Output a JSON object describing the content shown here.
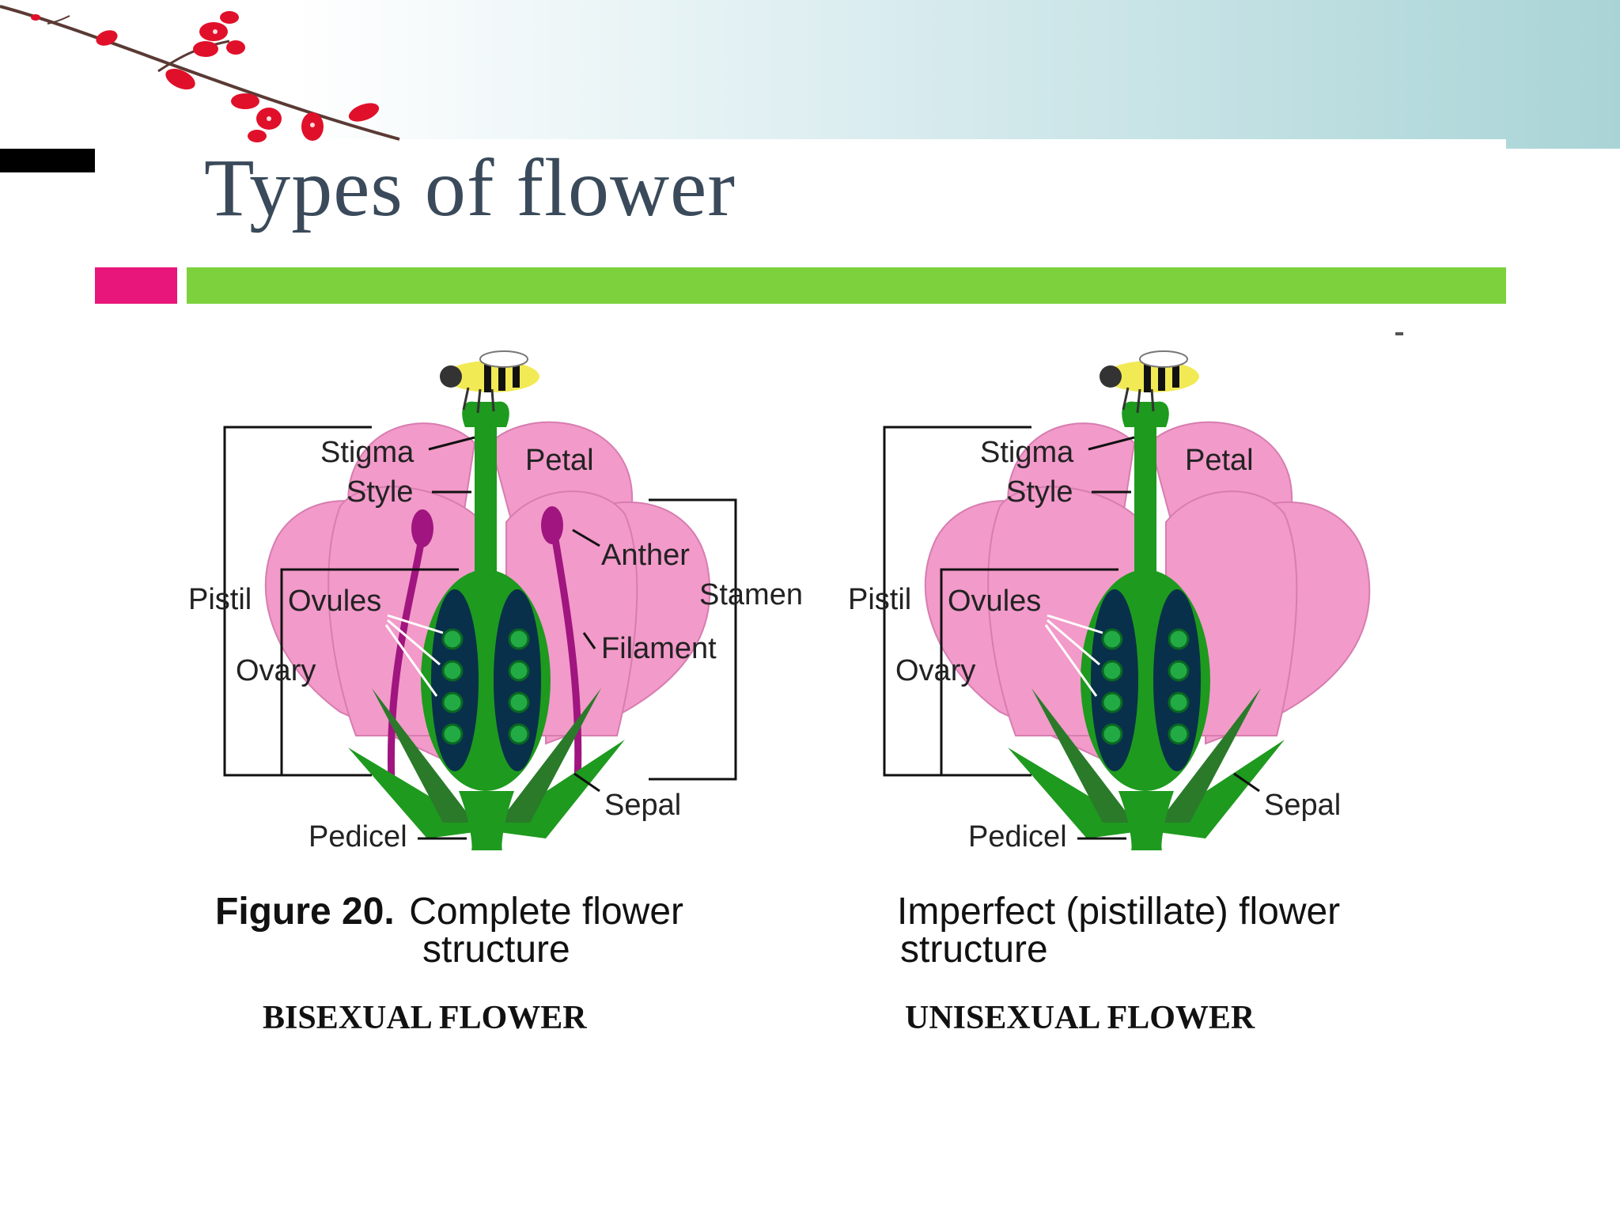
{
  "slide": {
    "title": "Types of flower",
    "colors": {
      "header_gradient_start": "#ffffff",
      "header_gradient_end": "#a9d4d6",
      "pink_accent": "#e8167a",
      "green_bar": "#7dd13c",
      "petal": "#f29ac9",
      "stem": "#1e9a1e",
      "ovary_dark": "#08304a"
    }
  },
  "figures": [
    {
      "labels": {
        "stigma": "Stigma",
        "style": "Style",
        "petal": "Petal",
        "anther": "Anther",
        "pistil": "Pistil",
        "ovules": "Ovules",
        "stamen": "Stamen",
        "ovary": "Ovary",
        "filament": "Filament",
        "sepal": "Sepal",
        "pedicel": "Pedicel"
      },
      "caption_bold": "Figure 20.",
      "caption_line1": "Complete flower",
      "caption_line2": "structure",
      "flower_type": "BISEXUAL FLOWER"
    },
    {
      "labels": {
        "stigma": "Stigma",
        "style": "Style",
        "petal": "Petal",
        "pistil": "Pistil",
        "ovules": "Ovules",
        "ovary": "Ovary",
        "sepal": "Sepal",
        "pedicel": "Pedicel"
      },
      "caption_line1": "Imperfect (pistillate) flower",
      "caption_line2": "structure",
      "flower_type": "UNISEXUAL FLOWER"
    }
  ]
}
